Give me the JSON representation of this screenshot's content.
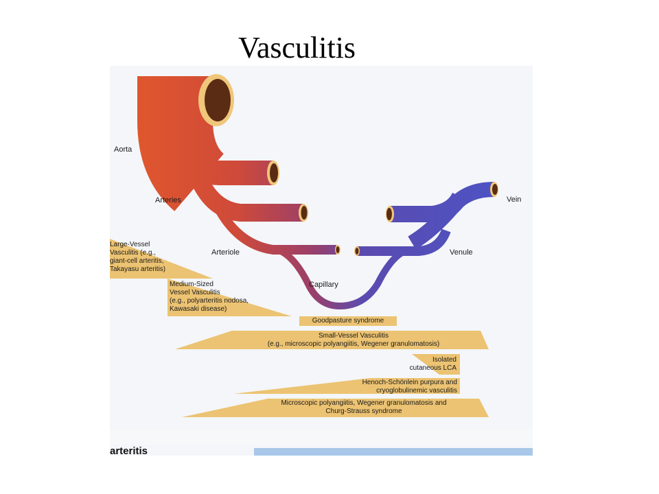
{
  "title": "Vasculitis",
  "vessels": {
    "aorta": "Aorta",
    "arteries": "Arteries",
    "arteriole": "Arteriole",
    "capillary": "Capillary",
    "venule": "Venule",
    "vein": "Vein"
  },
  "wedges": {
    "large_vessel": "Large-Vessel\nVasculitis (e.g.,\ngiant-cell arteritis,\nTakayasu arteritis)",
    "medium_vessel": "Medium-Sized\nVessel Vasculitis\n(e.g., polyarteritis nodosa,\nKawasaki disease)",
    "goodpasture": "Goodpasture syndrome",
    "small_vessel": "Small-Vessel Vasculitis\n(e.g., microscopic polyangiitis, Wegener granulomatosis)",
    "isolated_lca": "Isolated\ncutaneous LCA",
    "henoch": "Henoch-Schönlein purpura and\ncryoglobulinemic vasculitis",
    "microscopic": "Microscopic polyangiitis, Wegener granulomatosis and\nChurg-Strauss syndrome"
  },
  "bottom_caption": "arteritis",
  "colors": {
    "artery": "#e1572b",
    "vein": "#4651c0",
    "wedge": "#ecc372",
    "lumen": "#5a2c14"
  }
}
